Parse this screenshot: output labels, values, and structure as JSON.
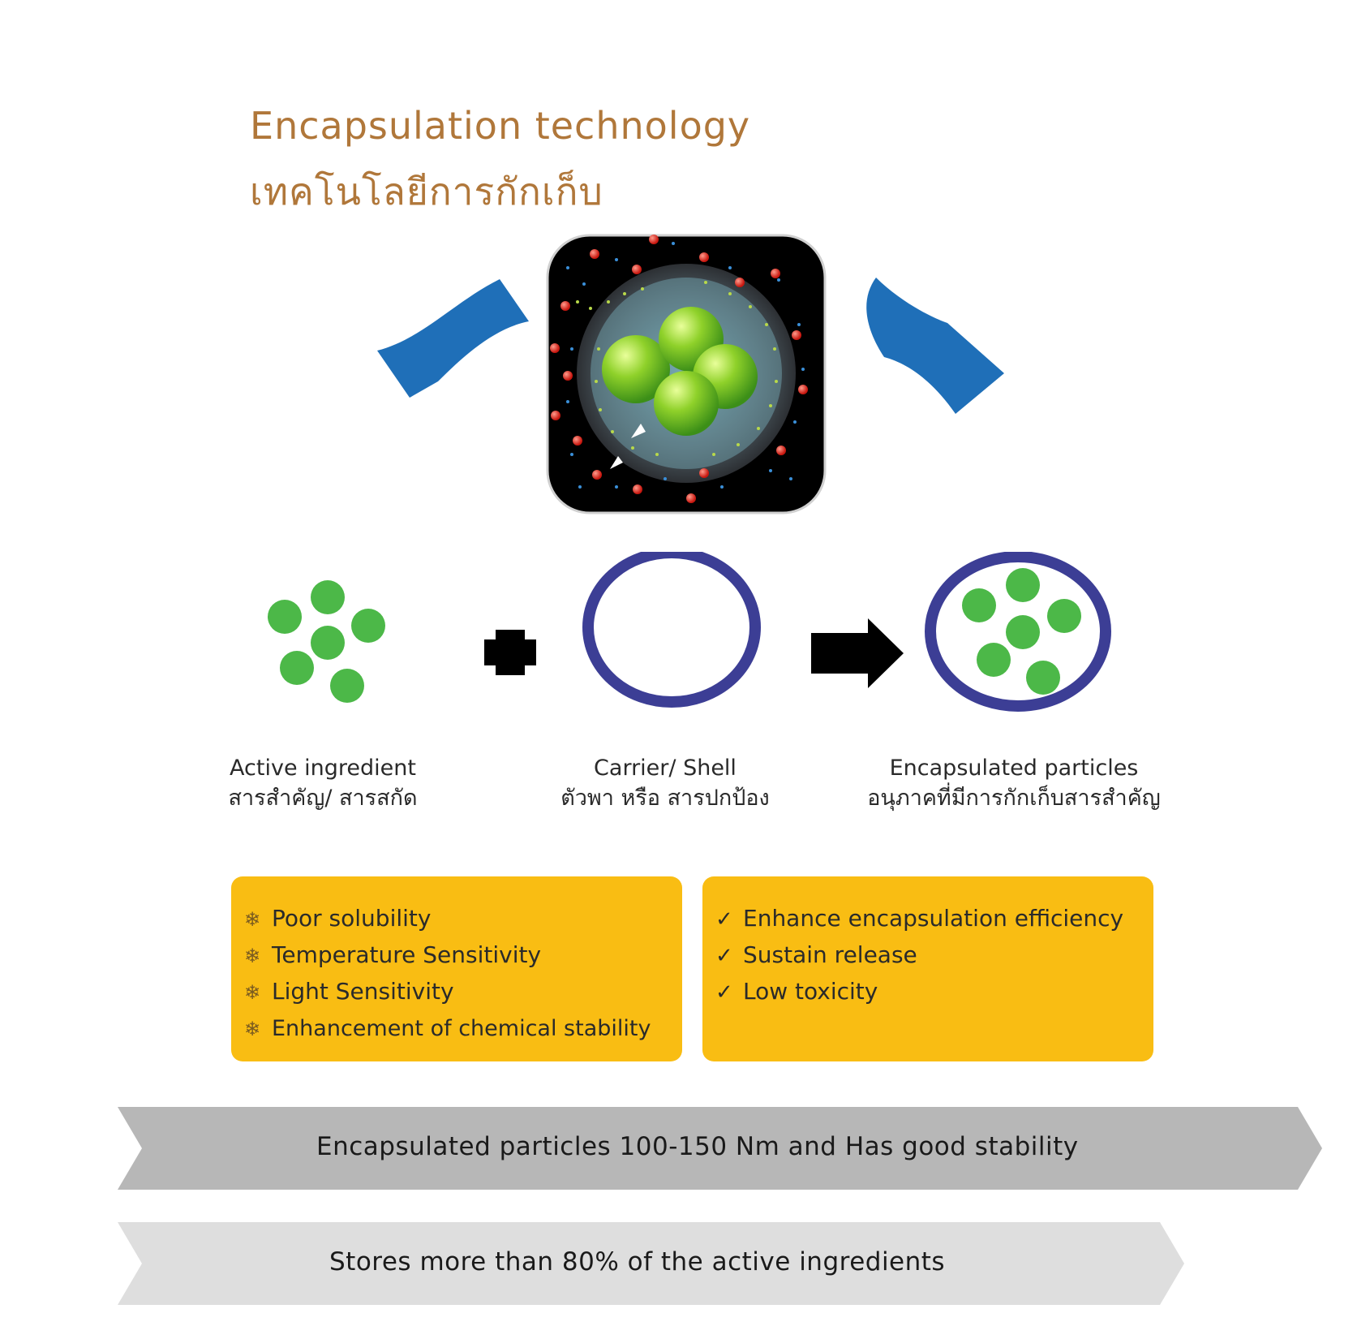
{
  "title": {
    "english": "Encapsulation  technology",
    "thai": "เทคโนโลยีการกักเก็บ"
  },
  "components": [
    {
      "english": "Active  ingredient",
      "thai": "สารสำคัญ/  สารสกัด"
    },
    {
      "english": "Carrier/  Shell",
      "thai": "ตัวพา  หรือ  สารปกป้อง"
    },
    {
      "english": "Encapsulated  particles",
      "thai": "อนุภาคที่มีการกักเก็บสารสำคัญ"
    }
  ],
  "problems": {
    "bullet_icon": "snowflake-icon",
    "items": [
      "Poor  solubility",
      "Temperature  Sensitivity",
      "Light  Sensitivity",
      "Enhancement  of  chemical  stability"
    ]
  },
  "benefits": {
    "bullet_icon": "checkmark-icon",
    "items": [
      "Enhance  encapsulation  efficiency",
      "Sustain  release",
      "Low  toxicity"
    ]
  },
  "banners": [
    {
      "text": "Encapsulated particles 100-150 Nm and Has good stability",
      "color": "#b7b7b7"
    },
    {
      "text": "Stores more than 80% of the active ingredients",
      "color": "#dedede"
    }
  ],
  "colors": {
    "title": "#b0773a",
    "particle_green": "#4cb848",
    "shell_blue": "#3c3e95",
    "arrow_blue": "#1f6fb8",
    "box_yellow": "#f9bd13"
  }
}
